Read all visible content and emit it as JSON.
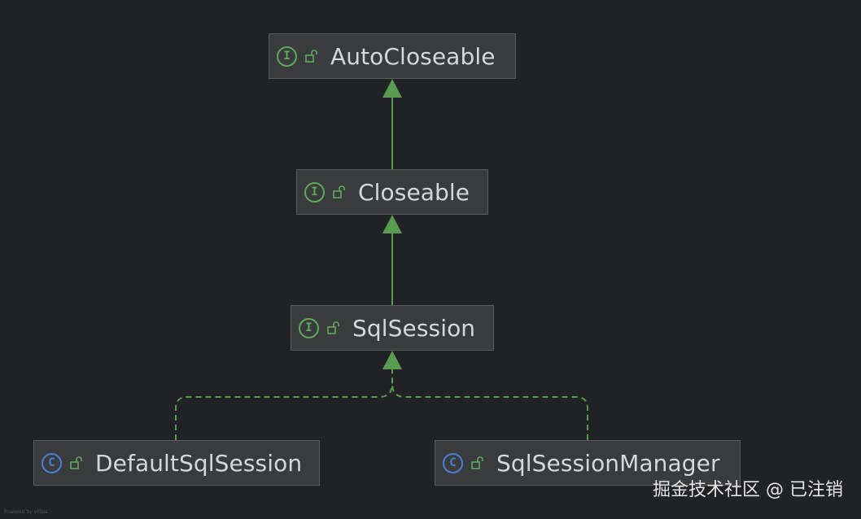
{
  "nodes": {
    "autocloseable": {
      "kind": "interface",
      "badge": "I",
      "label": "AutoCloseable"
    },
    "closeable": {
      "kind": "interface",
      "badge": "I",
      "label": "Closeable"
    },
    "sqlsession": {
      "kind": "interface",
      "badge": "I",
      "label": "SqlSession"
    },
    "defaultsqlsession": {
      "kind": "class",
      "badge": "C",
      "label": "DefaultSqlSession"
    },
    "sqlsessionmanager": {
      "kind": "class",
      "badge": "C",
      "label": "SqlSessionManager"
    }
  },
  "edges": [
    {
      "from": "closeable",
      "to": "autocloseable",
      "type": "extends"
    },
    {
      "from": "sqlsession",
      "to": "closeable",
      "type": "extends"
    },
    {
      "from": "defaultsqlsession",
      "to": "sqlsession",
      "type": "implements"
    },
    {
      "from": "sqlsessionmanager",
      "to": "sqlsession",
      "type": "implements"
    }
  ],
  "icons": {
    "interface": "interface-icon",
    "class": "class-icon",
    "visibility": "unlocked-icon"
  },
  "colors": {
    "background": "#212225",
    "node_fill": "#3a3b3d",
    "edge": "#5a9b52",
    "interface_badge": "#5fa85c",
    "class_badge": "#4a7fd6",
    "text": "#d5d7da"
  },
  "watermark": "掘金技术社区 @ 已注销",
  "footer_small": "Powered by yFiles"
}
